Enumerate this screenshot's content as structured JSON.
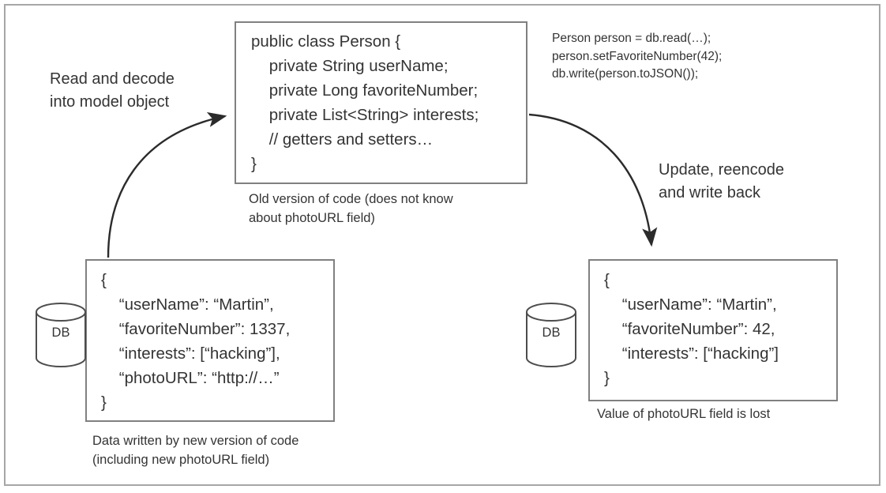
{
  "diagram": {
    "title": "Data model evolution compatibility diagram",
    "frame_color": "#a6a6a6",
    "box_border_color": "#808080",
    "text_color": "#343434"
  },
  "code_box": {
    "name": "old-version-code-box",
    "lines": "public class Person {\n    private String userName;\n    private Long favoriteNumber;\n    private List<String> interests;\n    // getters and setters…\n}",
    "caption": "Old version of code (does not know\nabout photoURL field)"
  },
  "snippet": {
    "name": "usage-code-snippet",
    "lines": "Person person = db.read(…);\nperson.setFavoriteNumber(42);\ndb.write(person.toJSON());"
  },
  "arrows": {
    "read": {
      "label": "Read and decode\ninto model object"
    },
    "write": {
      "label": "Update, reencode\nand write back"
    }
  },
  "json_left": {
    "name": "database-record-before",
    "lines": "{\n    “userName”: “Martin”,\n    “favoriteNumber”: 1337,\n    “interests”: [“hacking”],\n    “photoURL”: “http://…”\n}",
    "caption": "Data written by new version of code\n(including new photoURL field)",
    "db_label": "DB"
  },
  "json_right": {
    "name": "database-record-after",
    "lines": "{\n    “userName”: “Martin”,\n    “favoriteNumber”: 42,\n    “interests”: [“hacking”]\n}",
    "caption": "Value of photoURL field is lost",
    "db_label": "DB"
  }
}
